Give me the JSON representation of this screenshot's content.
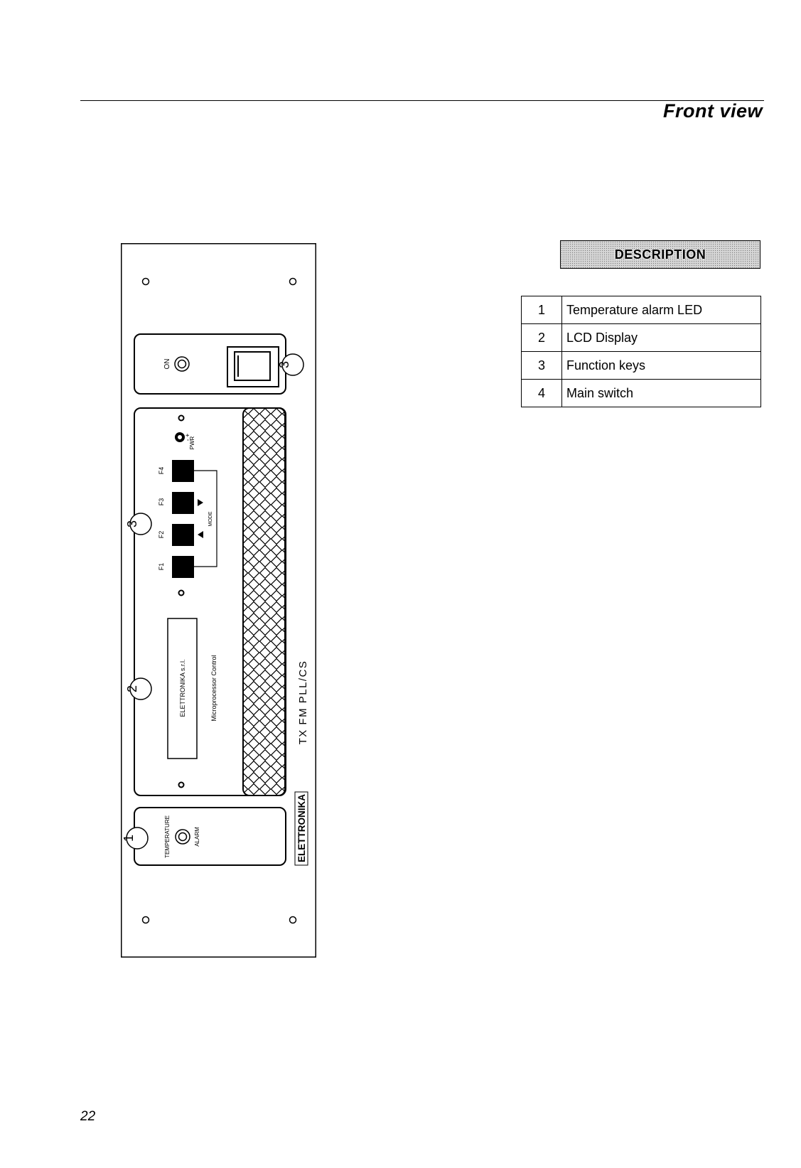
{
  "header": {
    "title": "Front view"
  },
  "description": {
    "heading": "DESCRIPTION",
    "items": [
      {
        "num": "1",
        "label": "Temperature alarm LED"
      },
      {
        "num": "2",
        "label": "LCD Display"
      },
      {
        "num": "3",
        "label": "Function keys"
      },
      {
        "num": "4",
        "label": "Main switch"
      }
    ]
  },
  "panel": {
    "on_label": "ON",
    "pwr_label": "PWR",
    "plus_minus": "- +",
    "keys": [
      "F1",
      "F2",
      "F3",
      "F4"
    ],
    "mode_label": "MODE",
    "display_line1": "ELETTRONIKA s.r.l.",
    "display_line2": "Microprocessor Control",
    "model_label": "TX  FM  PLL/CS",
    "brand": "ELETTRONIKA",
    "temperature_label": "TEMPERATURE",
    "alarm_label": "ALARM",
    "callouts": [
      "1",
      "2",
      "3",
      "3"
    ]
  },
  "footer": {
    "page_number": "22"
  }
}
